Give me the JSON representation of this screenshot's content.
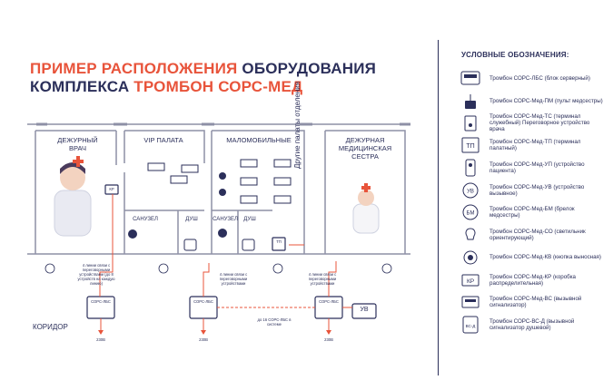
{
  "title": {
    "accent1": "ПРИМЕР РАСПОЛОЖЕНИЯ",
    "dark1": "ОБОРУДОВАНИЯ",
    "dark2": "КОМПЛЕКСА",
    "accent2": "ТРОМБОН СОРС-МЕД"
  },
  "rooms": {
    "doctor": "ДЕЖУРНЫЙ ВРАЧ",
    "vip": "VIP ПАЛАТА",
    "mobility": "МАЛОМОБИЛЬНЫЕ",
    "nurse": "ДЕЖУРНАЯ МЕДИЦИНСКАЯ СЕСТРА",
    "bath1": "САНУЗЕЛ",
    "shower1": "ДУШ",
    "bath2": "САНУЗЕЛ",
    "shower2": "ДУШ",
    "corridor": "КОРИДОР",
    "other_wards": "Другие палаты отделения"
  },
  "device_labels": {
    "block": "СОРС-ЛБС",
    "kr": "КР",
    "tp": "ТП",
    "uv": "УВ",
    "v230_1": "230В",
    "v230_2": "230В",
    "v230_3": "230В"
  },
  "notes": {
    "n1": "4 линии связи с переговорными устройствами (до 8 устройств на каждую линию)",
    "n2": "4 линии связи с переговорными устройствами",
    "n3": "4 линии связи с переговорными устройствами",
    "n4": "до 16 СОРС-ЛБС в системе"
  },
  "legend": {
    "title": "УСЛОВНЫЕ ОБОЗНАЧЕНИЯ:",
    "items": [
      {
        "icon": "server-block-icon",
        "text": "Тромбон СОРС-ЛБС (блок серверный)"
      },
      {
        "icon": "nurse-console-icon",
        "text": "Тромбон СОРС-Мед-ПМ (пульт медсестры)"
      },
      {
        "icon": "duty-terminal-icon",
        "text": "Тромбон СОРС-Мед-ТС (терминал служебный) Переговорное устройство врача"
      },
      {
        "icon": "ward-terminal-icon",
        "text": "Тромбон СОРС-Мед-ТП (терминал палатный)"
      },
      {
        "icon": "patient-device-icon",
        "text": "Тромбон СОРС-Мед-УП (устройство пациента)"
      },
      {
        "icon": "call-device-icon",
        "text": "Тромбон СОРС-Мед-УВ (устройство вызывное)"
      },
      {
        "icon": "nurse-fob-icon",
        "text": "Тромбон СОРС-Мед-БМ (брелок медсестры)"
      },
      {
        "icon": "orienting-lamp-icon",
        "text": "Тромбон СОРС-Мед-СО (светильник ориентирующий)"
      },
      {
        "icon": "remote-button-icon",
        "text": "Тромбон СОРС-Мед-КВ (кнопка выносная)"
      },
      {
        "icon": "junction-box-icon",
        "text": "Тромбон СОРС-Мед-КР (коробка распределительная)"
      },
      {
        "icon": "call-signaller-icon",
        "text": "Тромбон СОРС-Мед-ВС (вызывной сигнализатор)"
      },
      {
        "icon": "shower-signaller-icon",
        "text": "Тромбон СОРС-ВС-Д (вызывной сигнализатор душевой)"
      }
    ]
  },
  "legend_icon_labels": {
    "kr": "КР",
    "tp": "ТП",
    "uv": "УВ",
    "bm": "БМ",
    "vs": "ВС-Д"
  },
  "colors": {
    "accent": "#e8543b",
    "dark": "#2b2f5a",
    "wire": "#e8543b"
  }
}
